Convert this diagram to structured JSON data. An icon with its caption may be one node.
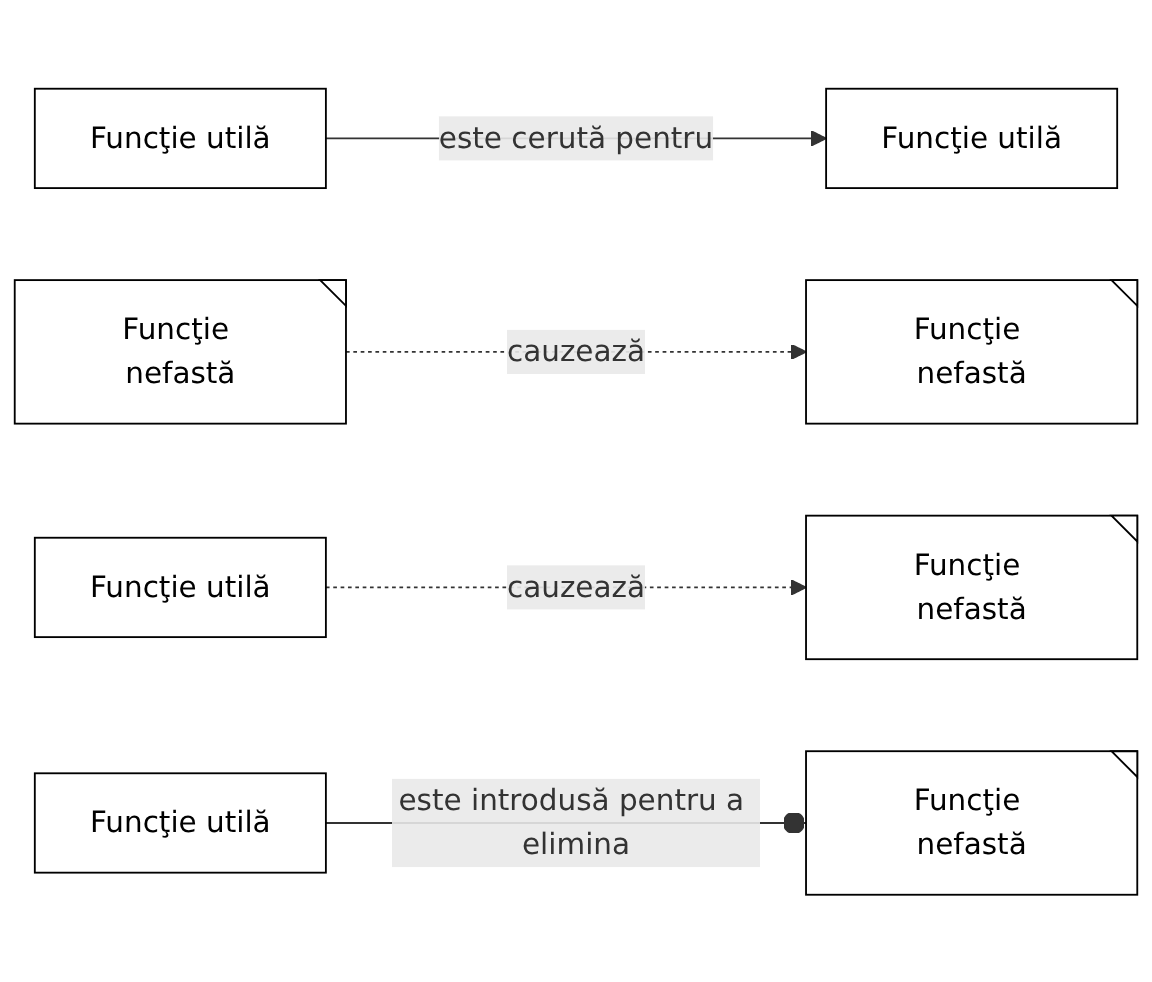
{
  "diagram": {
    "nodes": [
      {
        "text": [
          "Funcţie utilă"
        ]
      },
      {
        "text": [
          "Funcţie utilă"
        ]
      },
      {
        "text": [
          "Funcţie nefastă"
        ]
      },
      {
        "text": [
          "Funcţie nefastă"
        ]
      },
      {
        "text": [
          "Funcţie utilă"
        ]
      },
      {
        "text": [
          "Funcţie nefastă"
        ]
      },
      {
        "text": [
          "Funcţie utilă"
        ]
      },
      {
        "text": [
          "Funcţie nefastă"
        ]
      }
    ],
    "edges": [
      {
        "from": 0,
        "to": 1,
        "arrow": "to",
        "label": "este cerută pentru"
      },
      {
        "from": 2,
        "to": 3,
        "arrow": "to",
        "label": "cauzează",
        "style": "dashed"
      },
      {
        "from": 4,
        "to": 5,
        "arrow": "to",
        "label": "cauzează",
        "style": "dashed"
      },
      {
        "from": 6,
        "to": 7,
        "arrow": "other",
        "label": "este introdusă pentru a elimina"
      }
    ]
  }
}
